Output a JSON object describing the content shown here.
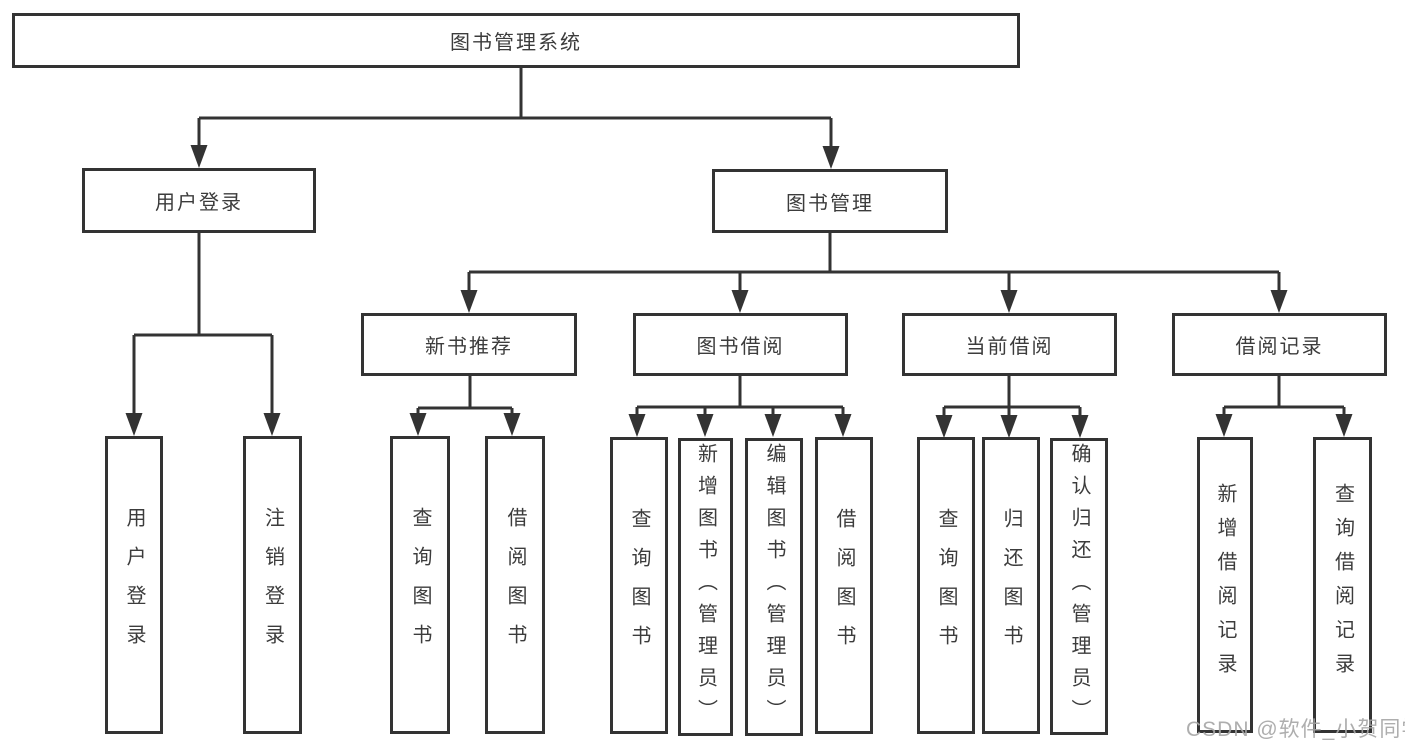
{
  "colors": {
    "line": "#333333",
    "text": "#3c3c3c",
    "watermark": "#a5a5a5",
    "background": "#ffffff"
  },
  "watermark": "CSDN @软件_小贺同学",
  "nodes": {
    "root": "图书管理系统",
    "user_login": "用户登录",
    "book_mgmt": "图书管理",
    "new_rec": "新书推荐",
    "borrow": "图书借阅",
    "current": "当前借阅",
    "records": "借阅记录",
    "leaf_user_login": "用户登录",
    "leaf_logout": "注销登录",
    "rec_query_book": "查询图书",
    "rec_borrow_book": "借阅图书",
    "bor_query_book": "查询图书",
    "bor_add_book": "新增图书（管理员）",
    "bor_edit_book": "编辑图书（管理员）",
    "bor_borrow_book": "借阅图书",
    "cur_query_book": "查询图书",
    "cur_return_book": "归还图书",
    "cur_confirm_return": "确认归还（管理员）",
    "rcd_add_record": "新增借阅记录",
    "rcd_query_record": "查询借阅记录"
  }
}
